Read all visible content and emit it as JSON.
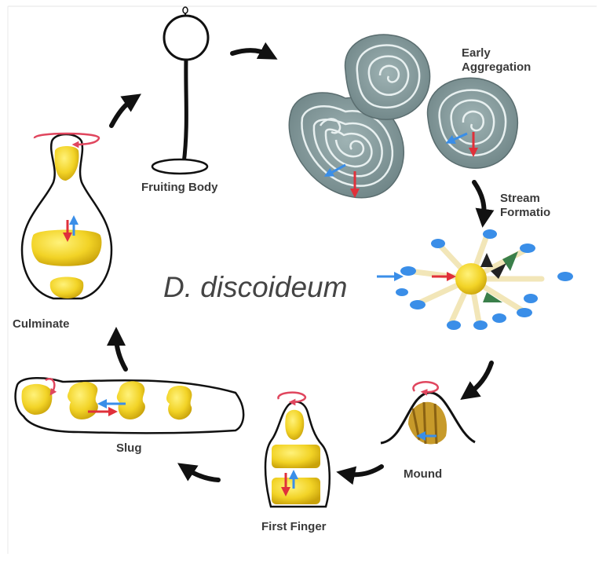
{
  "diagram": {
    "title": "D. discoideum",
    "stages": {
      "fruiting_body": "Fruiting Body",
      "early_aggregation_line1": "Early",
      "early_aggregation_line2": "Aggregation",
      "stream_formation_line1": "Stream",
      "stream_formation_line2": "Formatio",
      "mound": "Mound",
      "first_finger": "First Finger",
      "slug": "Slug",
      "culminate": "Culminate"
    }
  },
  "colors": {
    "cell_yellow": "#f2d326",
    "cell_dark": "#c9a20a",
    "aggregate_gray": "#7f9597",
    "spiral_light": "#e8f0f0",
    "arrow_black": "#111111",
    "signal_red": "#e0303a",
    "signal_blue": "#3a8ee8",
    "rotation_pink": "#e0465e"
  }
}
